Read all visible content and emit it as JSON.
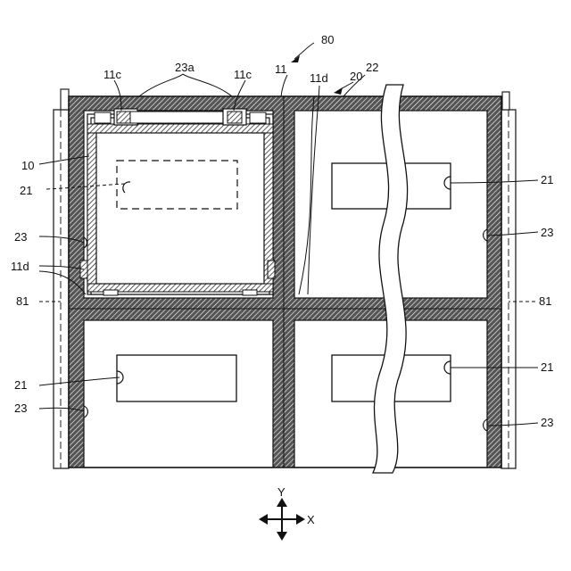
{
  "figure": {
    "labels": {
      "assembly": "80",
      "panel": "11",
      "notch_left": "11c",
      "notch_right": "11c",
      "slot_a": "23a",
      "edge_top": "11d",
      "edge_left": "11d",
      "sheet": "20",
      "sheet_edge": "22",
      "component": "10",
      "component_dashed": "21",
      "rail_left": "81",
      "rail_right": "81",
      "pocket_l1": "23",
      "pocket_l2": "23",
      "pocket_r1": "23",
      "pocket_r2": "23",
      "label_r1": "21",
      "label_l2": "21",
      "label_r2": "21"
    },
    "axes": {
      "y": "Y",
      "x": "X"
    }
  }
}
